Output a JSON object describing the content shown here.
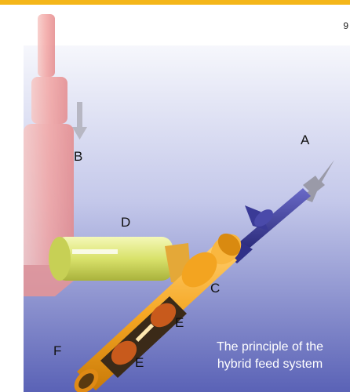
{
  "page": {
    "number": "9"
  },
  "diagram": {
    "labels": {
      "A": "A",
      "B": "B",
      "C": "C",
      "D": "D",
      "E1": "E",
      "E2": "E",
      "F": "F"
    },
    "caption": {
      "line1": "The principle of the",
      "line2": "hybrid feed system"
    }
  },
  "colors": {
    "accent_bar": "#f4b61a",
    "background_top": "#f4f5fb",
    "background_bottom": "#5d66b8",
    "cylinder_pink": "#f0a8a8",
    "hopper_yellow": "#dfe97a",
    "barrel_orange": "#f5a623",
    "feed_pipe_blue": "#3c3c9a",
    "arrow_grey": "#9a9aa8"
  }
}
